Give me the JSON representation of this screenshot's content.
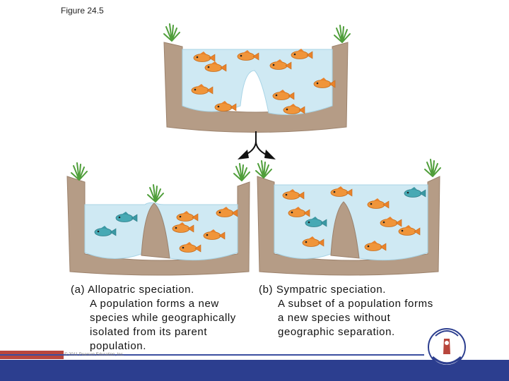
{
  "figure_label": "Figure 24.5",
  "captions": {
    "a": {
      "lead": "(a) Allopatric speciation.",
      "rest": "A population forms a new species while geographically isolated from its parent population."
    },
    "b": {
      "lead": "(b) Sympatric speciation.",
      "rest": "A subset of a population forms a new species without geographic separation."
    }
  },
  "copyright": "© 2011 Pearson Education, Inc.",
  "colors": {
    "water": "#cfe9f3",
    "water_edge": "#a8d4e6",
    "rock": "#b59c86",
    "rock_dark": "#9c826c",
    "grass": "#4f9e3a",
    "orange_fish": "#f0953a",
    "teal_fish": "#47a9b4",
    "footer": "#2c3e8f"
  },
  "icons": {
    "fish": "fish-icon",
    "arrow": "split-arrow-icon",
    "seal": "university-seal-icon"
  }
}
